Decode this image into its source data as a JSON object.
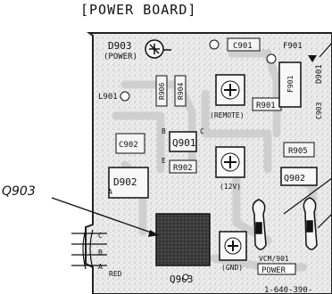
{
  "title": "[POWER BOARD]",
  "callout": "Q903",
  "components": {
    "d903": "D903",
    "d903_sub": "(POWER)",
    "c901": "C901",
    "f901": "F901",
    "d901": "D901",
    "l901": "L901",
    "r906": "R906",
    "r904": "R904",
    "remote": "(REMOTE)",
    "r901": "R901",
    "c903": "C903",
    "c902": "C902",
    "q901": "Q901",
    "b": "B",
    "c": "C",
    "e": "E",
    "r902": "R902",
    "d902": "D902",
    "a": "A",
    "r905": "R905",
    "v12": "(12V)",
    "q902": "Q902",
    "q903": "Q903",
    "gnd": "(GND)",
    "vcm": "VCM/901",
    "power": "POWER",
    "red": "RED",
    "wire_a": "A",
    "wire_b": "B",
    "wire_c": "C",
    "board_no": "1-640-390-"
  }
}
